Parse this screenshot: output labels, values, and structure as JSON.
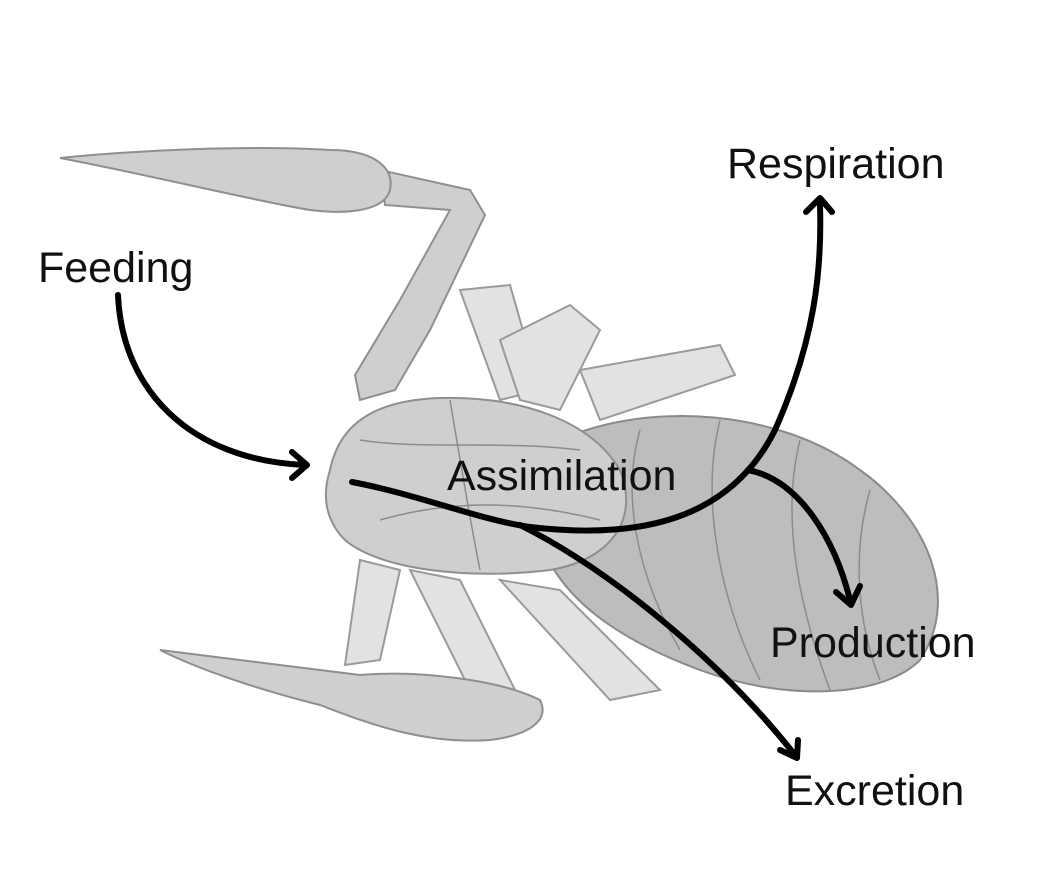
{
  "labels": {
    "feeding": "Feeding",
    "assimilation": "Assimilation",
    "respiration": "Respiration",
    "production": "Production",
    "excretion": "Excretion"
  }
}
